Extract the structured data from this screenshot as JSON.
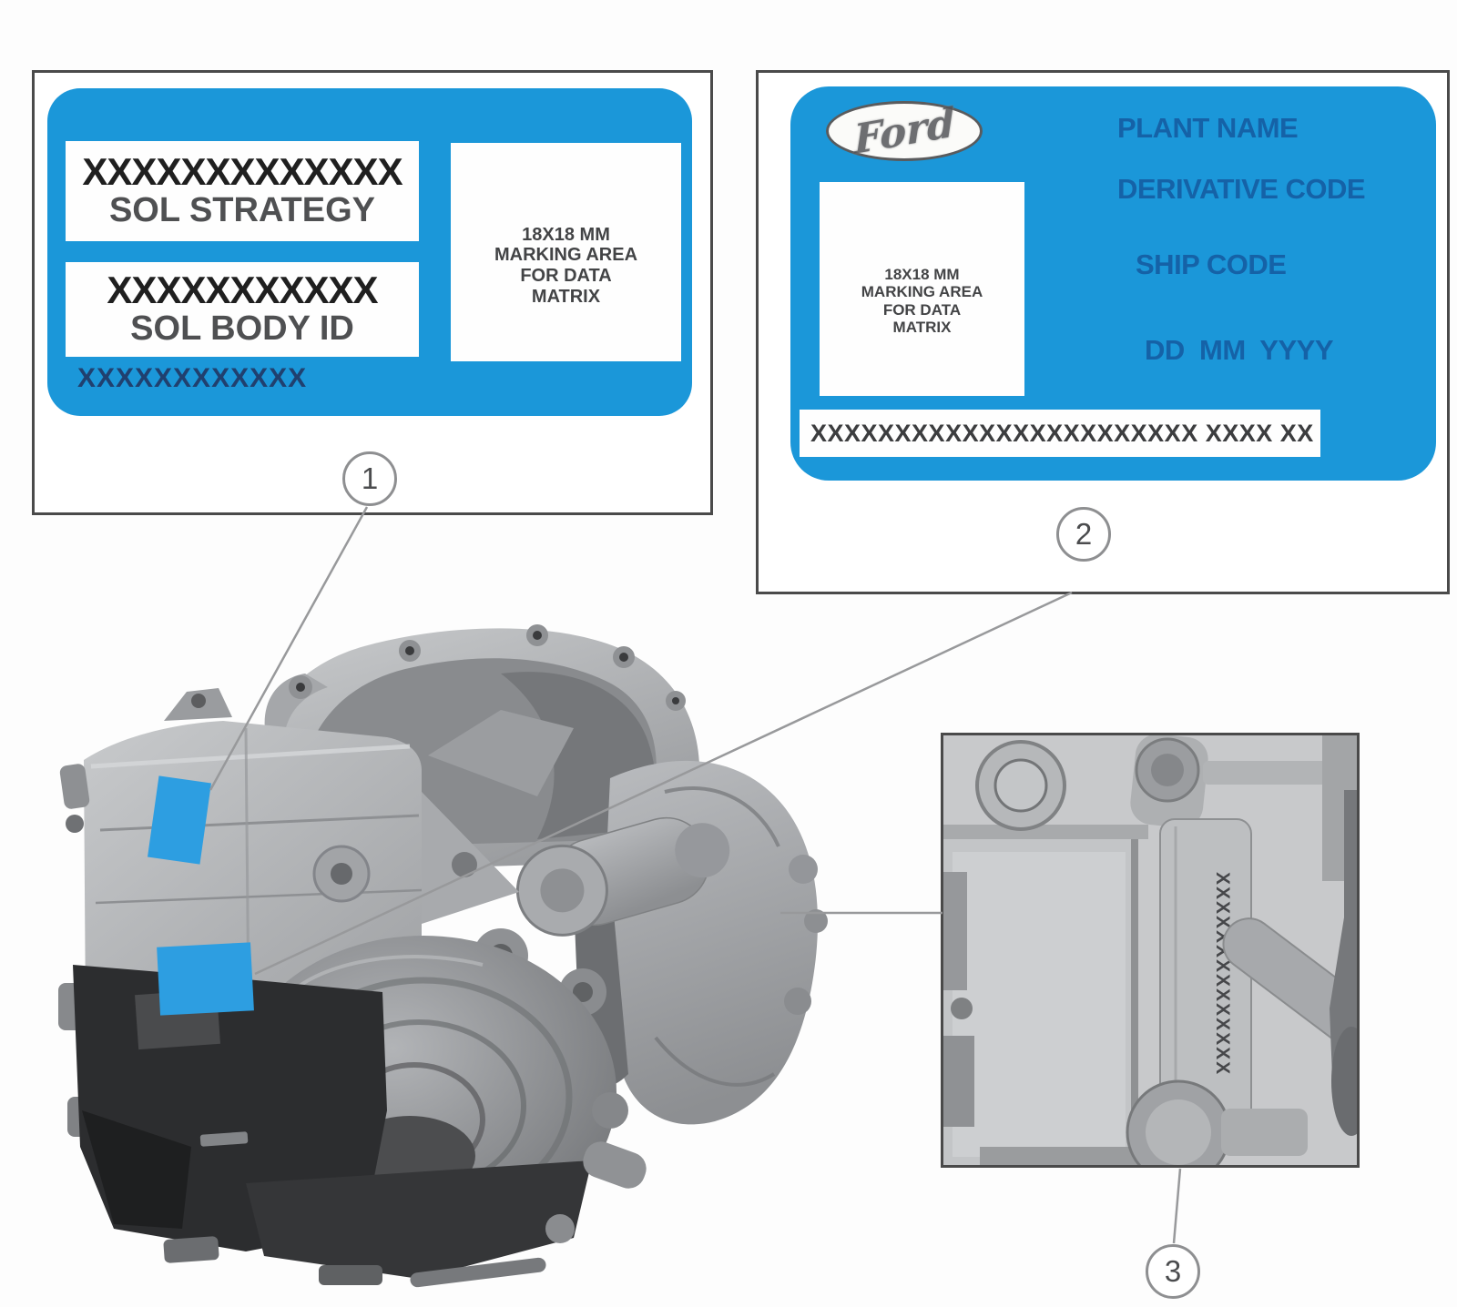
{
  "colors": {
    "label_blue": "#1b97d9",
    "patch_blue": "#2d9ee1",
    "label_text_blue": "#1562a7",
    "footer_code_navy": "#20406f",
    "frame_border_gray": "#4a4a4a"
  },
  "callouts": {
    "one": "1",
    "two": "2",
    "three": "3"
  },
  "label1": {
    "field1_value": "XXXXXXXXXXXXX",
    "field1_name": "SOL STRATEGY",
    "field2_value": "XXXXXXXXXXX",
    "field2_name": "SOL BODY ID",
    "footer_code": "XXXXXXXXXXXX",
    "marking_area_lines": [
      "18X18 MM",
      "MARKING AREA",
      "FOR DATA",
      "MATRIX"
    ]
  },
  "label2": {
    "brand": "Ford",
    "plant_name": "PLANT NAME",
    "derivative_code": "DERIVATIVE CODE",
    "ship_code": "SHIP CODE",
    "date_format": "DD  MM  YYYY",
    "marking_area_lines": [
      "18X18 MM",
      "MARKING AREA",
      "FOR DATA",
      "MATRIX"
    ],
    "serial_strip": "XXXXXXXXXXXXXXXXXXXXXXX XXXX XX"
  },
  "detail_view": {
    "stamped_code": "XXXXXXXXXXXXXX"
  }
}
